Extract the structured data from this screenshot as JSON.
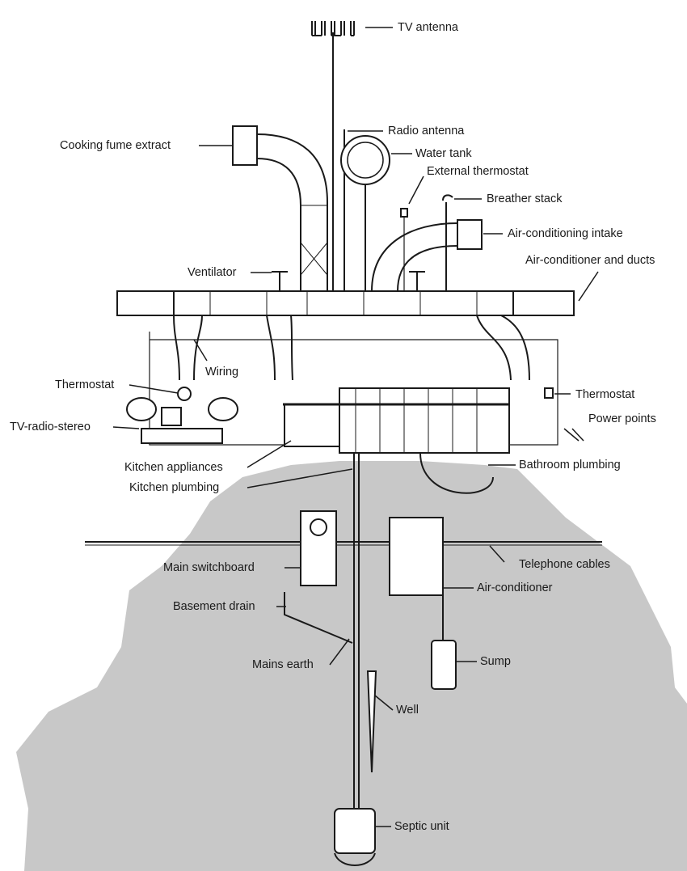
{
  "diagram": {
    "labels": {
      "tv_antenna": "TV antenna",
      "radio_antenna": "Radio antenna",
      "water_tank": "Water tank",
      "external_thermostat": "External thermostat",
      "breather_stack": "Breather stack",
      "cooking_fume_extract": "Cooking fume extract",
      "air_conditioning_intake": "Air-conditioning intake",
      "air_conditioner_and_ducts": "Air-conditioner and ducts",
      "ventilator": "Ventilator",
      "wiring": "Wiring",
      "thermostat_left": "Thermostat",
      "thermostat_right": "Thermostat",
      "tv_radio_stereo": "TV-radio-stereo",
      "power_points": "Power points",
      "kitchen_appliances": "Kitchen appliances",
      "kitchen_plumbing": "Kitchen plumbing",
      "bathroom_plumbing": "Bathroom plumbing",
      "telephone_cables": "Telephone cables",
      "main_switchboard": "Main switchboard",
      "air_conditioner": "Air-conditioner",
      "basement_drain": "Basement drain",
      "mains_earth": "Mains earth",
      "sump": "Sump",
      "well": "Well",
      "septic_unit": "Septic unit"
    },
    "colors": {
      "ground": "#c8c8c8",
      "ink": "#1a1a1a",
      "background": "#ffffff"
    }
  }
}
